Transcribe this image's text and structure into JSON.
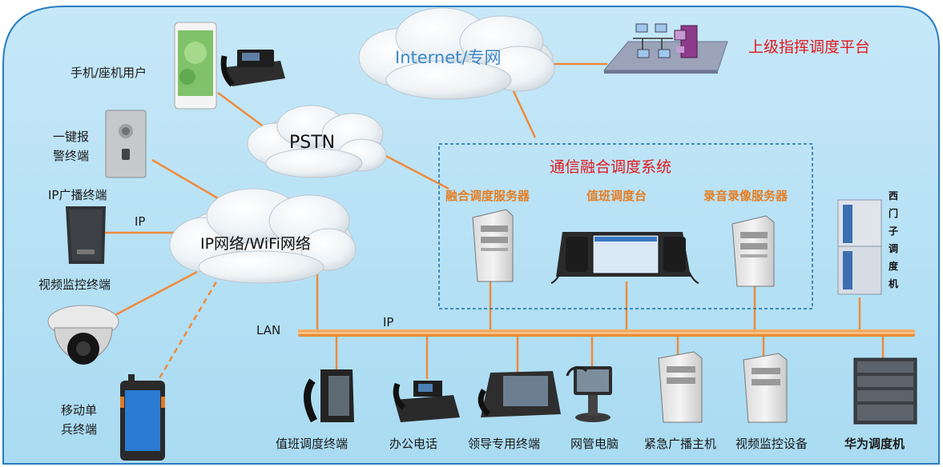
{
  "clouds": {
    "internet": "Internet/专网",
    "pstn": "PSTN",
    "ipnet": "IP网络/WiFi网络"
  },
  "top_platform": "上级指挥调度平台",
  "left_devices": {
    "phone_user": "手机/座机用户",
    "alarm_line1": "一键报",
    "alarm_line2": "警终端",
    "ip_broadcast": "IP广播终端",
    "ip_label": "IP",
    "video_monitor": "视频监控终端",
    "mobile_line1": "移动单",
    "mobile_line2": "兵终端"
  },
  "system": {
    "title": "通信融合调度系统",
    "server1": "融合调度服务器",
    "console": "值班调度台",
    "server2": "录音录像服务器"
  },
  "siemens_chars": [
    "西",
    "门",
    "子",
    "调",
    "度",
    "机"
  ],
  "bus": {
    "lan": "LAN",
    "ip": "IP"
  },
  "bottom_devices": [
    "值班调度终端",
    "办公电话",
    "领导专用终端",
    "网管电脑",
    "紧急广播主机",
    "视频监控设备",
    "华为调度机"
  ],
  "colors": {
    "background": "#b9e1f5",
    "link": "#f08a3a",
    "bus": "#f39a4a",
    "title_red": "#e3171c",
    "label_orange": "#e67e22"
  }
}
